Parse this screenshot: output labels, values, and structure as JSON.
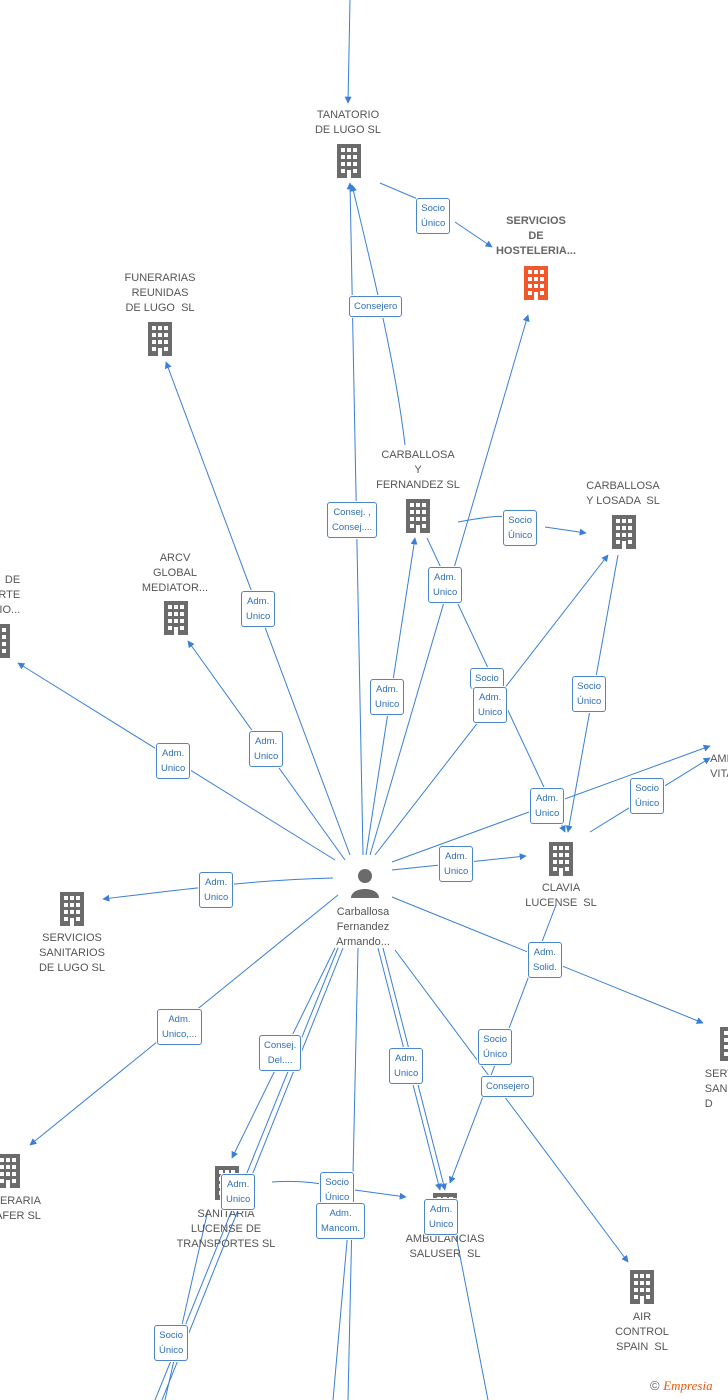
{
  "colors": {
    "edge": "#3a7fd5",
    "company_icon": "#6b6b6b",
    "focus_icon": "#f0582b",
    "person_icon": "#6b6b6b"
  },
  "nodes": {
    "tanatorio": "TANATORIO\nDE LUGO SL",
    "servicios_hosteleria": "SERVICIOS\nDE\nHOSTELERIA...",
    "funerarias": "FUNERARIAS\nREUNIDAS\nDE LUGO  SL",
    "carballosa_fernandez": "CARBALLOSA\nY\nFERNANDEZ SL",
    "carballosa_losada": "CARBALLOSA\nY LOSADA  SL",
    "arcv": "ARCV\nGLOBAL\nMEDIATOR...",
    "left_cut": "DE\nORTE\nIO...",
    "amb_vita": "AMB\nVITA",
    "clavia": "CLAVIA\nLUCENSE  SL",
    "person": "Carballosa\nFernandez\nArmando...",
    "servicios_sanitarios": "SERVICIOS\nSANITARIOS\nDE LUGO SL",
    "serv_right": "SERV\nSANIT\nD",
    "eraria": "ERARIA\nAFER SL",
    "sanitaria": "SANITARIA\nLUCENSE DE\nTRANSPORTES SL",
    "ambulancias": "AMBULANCIAS\nSALUSER  SL",
    "air_control": "AIR\nCONTROL\nSPAIN  SL"
  },
  "edge_labels": {
    "socio_unico_1": "Socio\nÚnico",
    "consejero_1": "Consejero",
    "consej_consej": "Consej. ,\nConsej....",
    "adm_unico_funer": "Adm.\nUnico",
    "adm_unico_cf": "Adm.\nUnico",
    "socio_unico_cf": "Socio\nÚnico",
    "adm_unico_arcv": "Adm.\nUnico",
    "adm_unico_left": "Adm.\nUnico",
    "adm_unico_mid": "Adm.\nUnico",
    "socio_overlap": "Socio",
    "adm_unico_overlap": "Adm.\nUnico",
    "socio_unico_losada": "Socio\nÚnico",
    "adm_unico_clavia": "Adm.\nUnico",
    "socio_unico_vita": "Socio\nÚnico",
    "adm_unico_clavia2": "Adm.\nUnico",
    "adm_unico_ss": "Adm.\nUnico",
    "adm_solid": "Adm.\nSolid.",
    "adm_unico_eraria": "Adm.\nUnico,...",
    "consej_del": "Consej.\nDel....",
    "adm_unico_amb": "Adm.\nUnico",
    "socio_unico_amb": "Socio\nÚnico",
    "consejero_2": "Consejero",
    "adm_unico_san": "Adm.\nUnico",
    "socio_unico_san": "Socio\nÚnico",
    "adm_mancom": "Adm.\nMancom.",
    "adm_unico_amb2": "Adm.\nUnico",
    "socio_unico_bottom": "Socio\nÚnico"
  },
  "footer": {
    "copyright": "©",
    "brand": "Empresia"
  }
}
